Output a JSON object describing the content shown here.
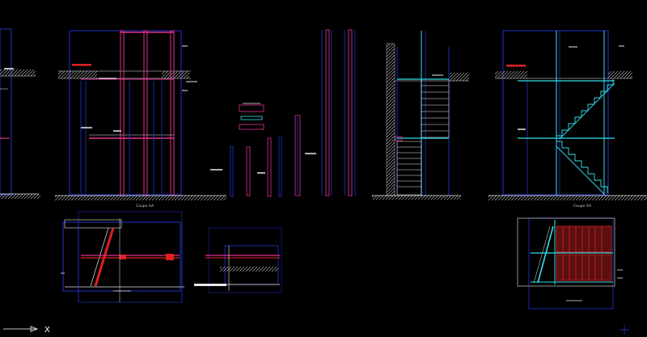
{
  "app": {
    "title": "",
    "background": "#000000"
  },
  "palette": {
    "blue": "#2233cc",
    "magenta": "#e0308f",
    "cyan": "#33e0ee",
    "red": "#e02020",
    "white": "#e8e8e8",
    "grey": "#9a9a9a",
    "hatch": "#cfcfcf"
  },
  "labels": {
    "coupe_a_left": "Coupe AA",
    "coupe_a_right": "Coupe AA",
    "ucs_axis": "X"
  },
  "drawings": [
    "elevation-left-partial",
    "elevation-section-1",
    "detail-sections-group",
    "vertical-rails-elevation",
    "stair-ladder-elevation",
    "stair-section-right",
    "plan-detail-left",
    "plan-detail-middle",
    "plan-detail-right"
  ]
}
